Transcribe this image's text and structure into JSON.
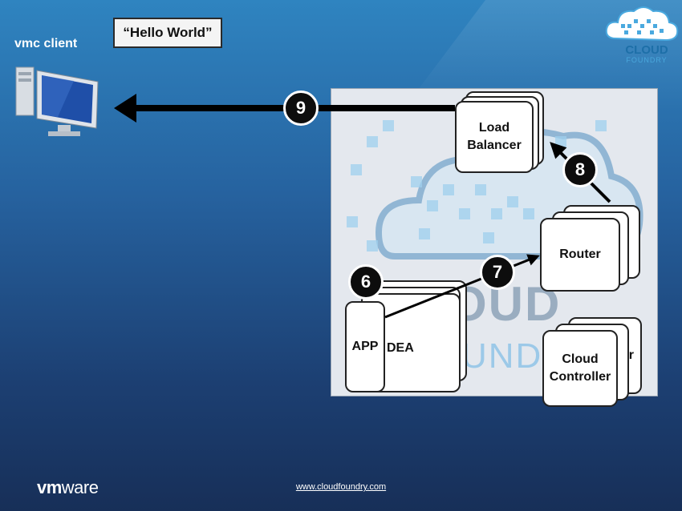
{
  "client": {
    "label": "vmc client"
  },
  "message": {
    "text": "“Hello World”"
  },
  "nodes": {
    "load_balancer": "Load\nBalancer",
    "router": "Router",
    "dea": "DEA",
    "app": "APP",
    "cloud_controller": "Cloud\nController",
    "cc_back_fragment": "r"
  },
  "steps": [
    "6",
    "7",
    "8",
    "9"
  ],
  "watermark": {
    "line1": "OUD",
    "line2": "UND"
  },
  "logo": {
    "line1": "CLOUD",
    "line2": "FOUNDRY"
  },
  "footer": {
    "url": "www.cloudfoundry.com",
    "brand_bold": "vm",
    "brand_light": "ware"
  },
  "colors": {
    "panel_bg": "#e4e8ee",
    "cloud_tile": "#a7d3ee",
    "arrow": "#000000"
  }
}
